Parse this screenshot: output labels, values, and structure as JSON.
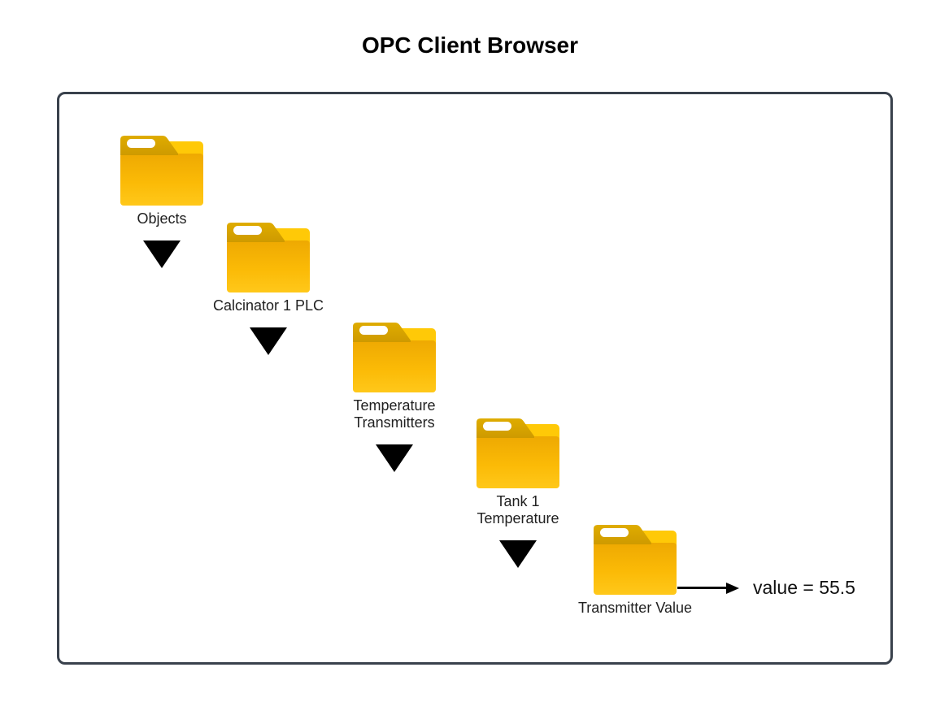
{
  "title": "OPC Client Browser",
  "browser": {
    "nodes": [
      {
        "label": "Objects"
      },
      {
        "label": "Calcinator 1 PLC"
      },
      {
        "label": "Temperature\nTransmitters"
      },
      {
        "label": "Tank 1\nTemperature"
      },
      {
        "label": "Transmitter Value"
      }
    ],
    "tag_value": "value = 55.5"
  },
  "icons": {
    "folder": "folder-icon",
    "expand": "expand-arrow-icon",
    "pointer": "arrow-right-icon"
  },
  "colors": {
    "folder_body": "#FFC40A",
    "folder_body_dark": "#EEA902",
    "folder_tab": "#D8A400",
    "panel_border": "#39414C",
    "connector": "#000000",
    "label_text": "#212121"
  }
}
